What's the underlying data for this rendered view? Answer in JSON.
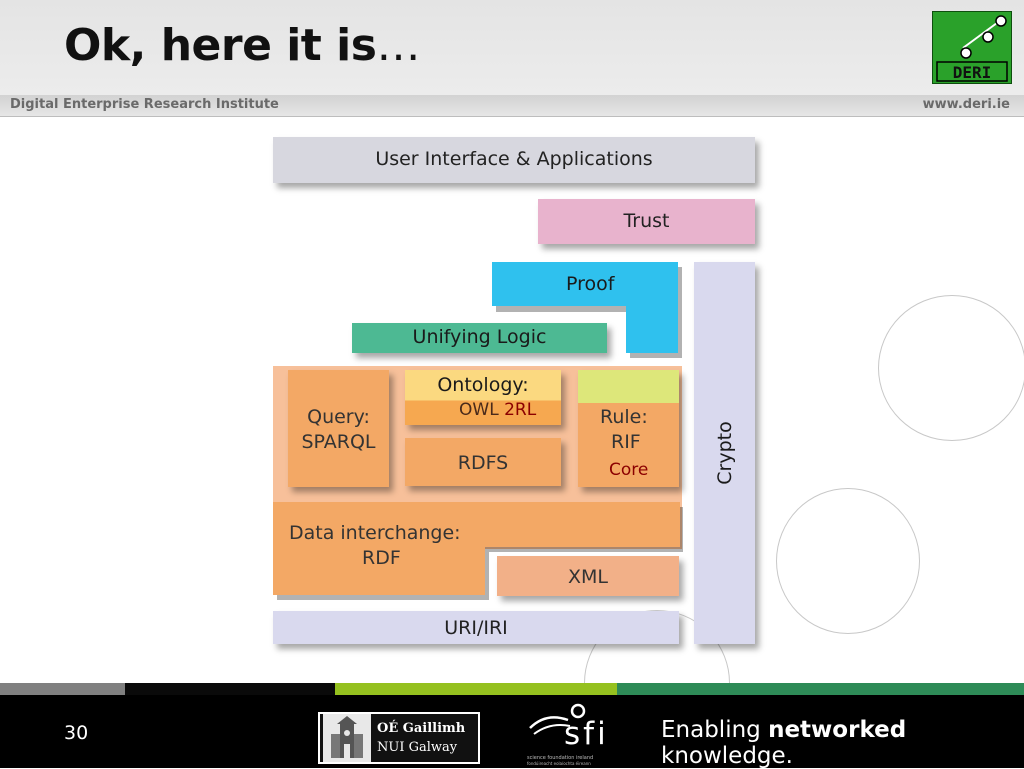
{
  "header": {
    "title": "Ok, here it is",
    "title_ellipsis": "…",
    "institute": "Digital Enterprise Research Institute",
    "url": "www.deri.ie",
    "logo_text": "DERI"
  },
  "diagram": {
    "user_interface": "User Interface & Applications",
    "trust": "Trust",
    "proof": "Proof",
    "unifying_logic": "Unifying Logic",
    "crypto": "Crypto",
    "ontology": "Ontology:",
    "owl_a": "OWL",
    "owl_b": "2RL",
    "query_1": "Query:",
    "query_2": "SPARQL",
    "rdfs": "RDFS",
    "rule_1": "Rule:",
    "rule_2": "RIF",
    "rule_3": "Core",
    "data_1": "Data interchange:",
    "data_2": "RDF",
    "xml": "XML",
    "uri": "URI/IRI",
    "colors": {
      "grey": "#d7d7df",
      "pink": "#e8b3cd",
      "cyan": "#2fc1ee",
      "teal": "#4db993",
      "lavender": "#d9d9ee",
      "orange": "#f3a865",
      "peach": "#f7c09a",
      "yellow": "#fbd980",
      "lime": "#dde77a",
      "dark_red": "#8b0000"
    }
  },
  "footer": {
    "page_number": "30",
    "nui_line1": "OÉ Gaillimh",
    "nui_line2": "NUI Galway",
    "sfi": "sfi",
    "sfi_sub1": "science foundation ireland",
    "sfi_sub2": "fondúireacht eolaíochta éireann",
    "tagline_1": "Enabling ",
    "tagline_2": "networked",
    "tagline_3": " knowledge.",
    "stripe_colors": [
      "#808080",
      "#0a0a0a",
      "#95c11f",
      "#2e8b57"
    ]
  }
}
